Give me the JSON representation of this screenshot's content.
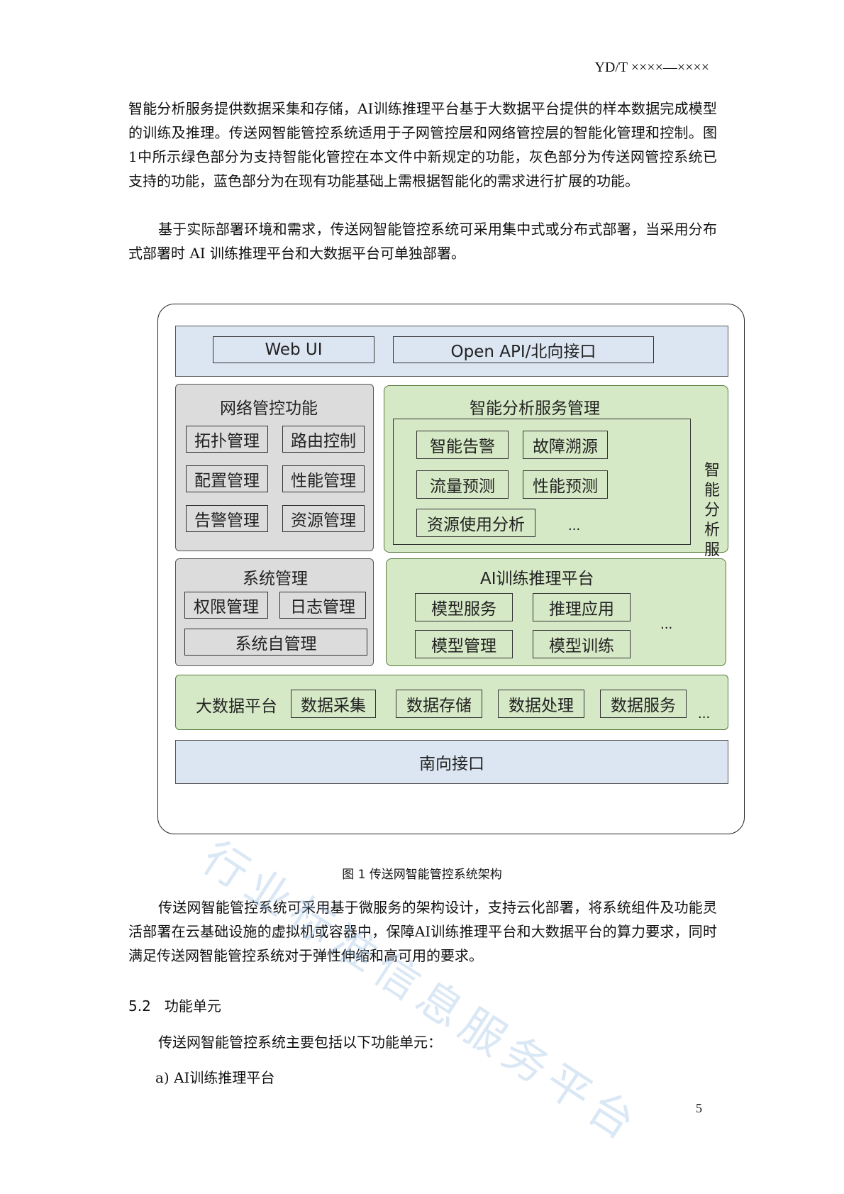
{
  "header": {
    "doc_code": "YD/T ××××—××××"
  },
  "paragraphs": {
    "p1": "智能分析服务提供数据采集和存储，AI训练推理平台基于大数据平台提供的样本数据完成模型的训练及推理。传送网智能管控系统适用于子网管控层和网络管控层的智能化管理和控制。图1中所示绿色部分为支持智能化管控在本文件中新规定的功能，灰色部分为传送网管控系统已支持的功能，蓝色部分为在现有功能基础上需根据智能化的需求进行扩展的功能。",
    "p2": "基于实际部署环境和需求，传送网智能管控系统可采用集中式或分布式部署，当采用分布式部署时 AI 训练推理平台和大数据平台可单独部署。",
    "p3": "传送网智能管控系统可采用基于微服务的架构设计，支持云化部署，将系统组件及功能灵活部署在云基础设施的虚拟机或容器中，保障AI训练推理平台和大数据平台的算力要求，同时满足传送网智能管控系统对于弹性伸缩和高可用的要求。",
    "p4": "传送网智能管控系统主要包括以下功能单元："
  },
  "diagram": {
    "top": {
      "web_ui": "Web UI",
      "open_api": "Open API/北向接口"
    },
    "network": {
      "title": "网络管控功能",
      "items": [
        "拓扑管理",
        "路由控制",
        "配置管理",
        "性能管理",
        "告警管理",
        "资源管理"
      ]
    },
    "smart": {
      "title": "智能分析服务管理",
      "items": [
        "智能告警",
        "故障溯源",
        "流量预测",
        "性能预测",
        "资源使用分析"
      ],
      "ellipsis": "...",
      "side_label": "智能分析服务"
    },
    "system": {
      "title": "系统管理",
      "items": [
        "权限管理",
        "日志管理",
        "系统自管理"
      ]
    },
    "ai": {
      "title": "AI训练推理平台",
      "items": [
        "模型服务",
        "推理应用",
        "模型管理",
        "模型训练"
      ],
      "ellipsis": "..."
    },
    "bigdata": {
      "title": "大数据平台",
      "items": [
        "数据采集",
        "数据存储",
        "数据处理",
        "数据服务"
      ],
      "ellipsis": "..."
    },
    "south": {
      "label": "南向接口"
    }
  },
  "caption": "图 1  传送网智能管控系统架构",
  "section": {
    "number": "5.2",
    "title": "功能单元"
  },
  "list": {
    "a": "a)  AI训练推理平台"
  },
  "page_number": "5",
  "watermark": "行业标准信息服务平台"
}
